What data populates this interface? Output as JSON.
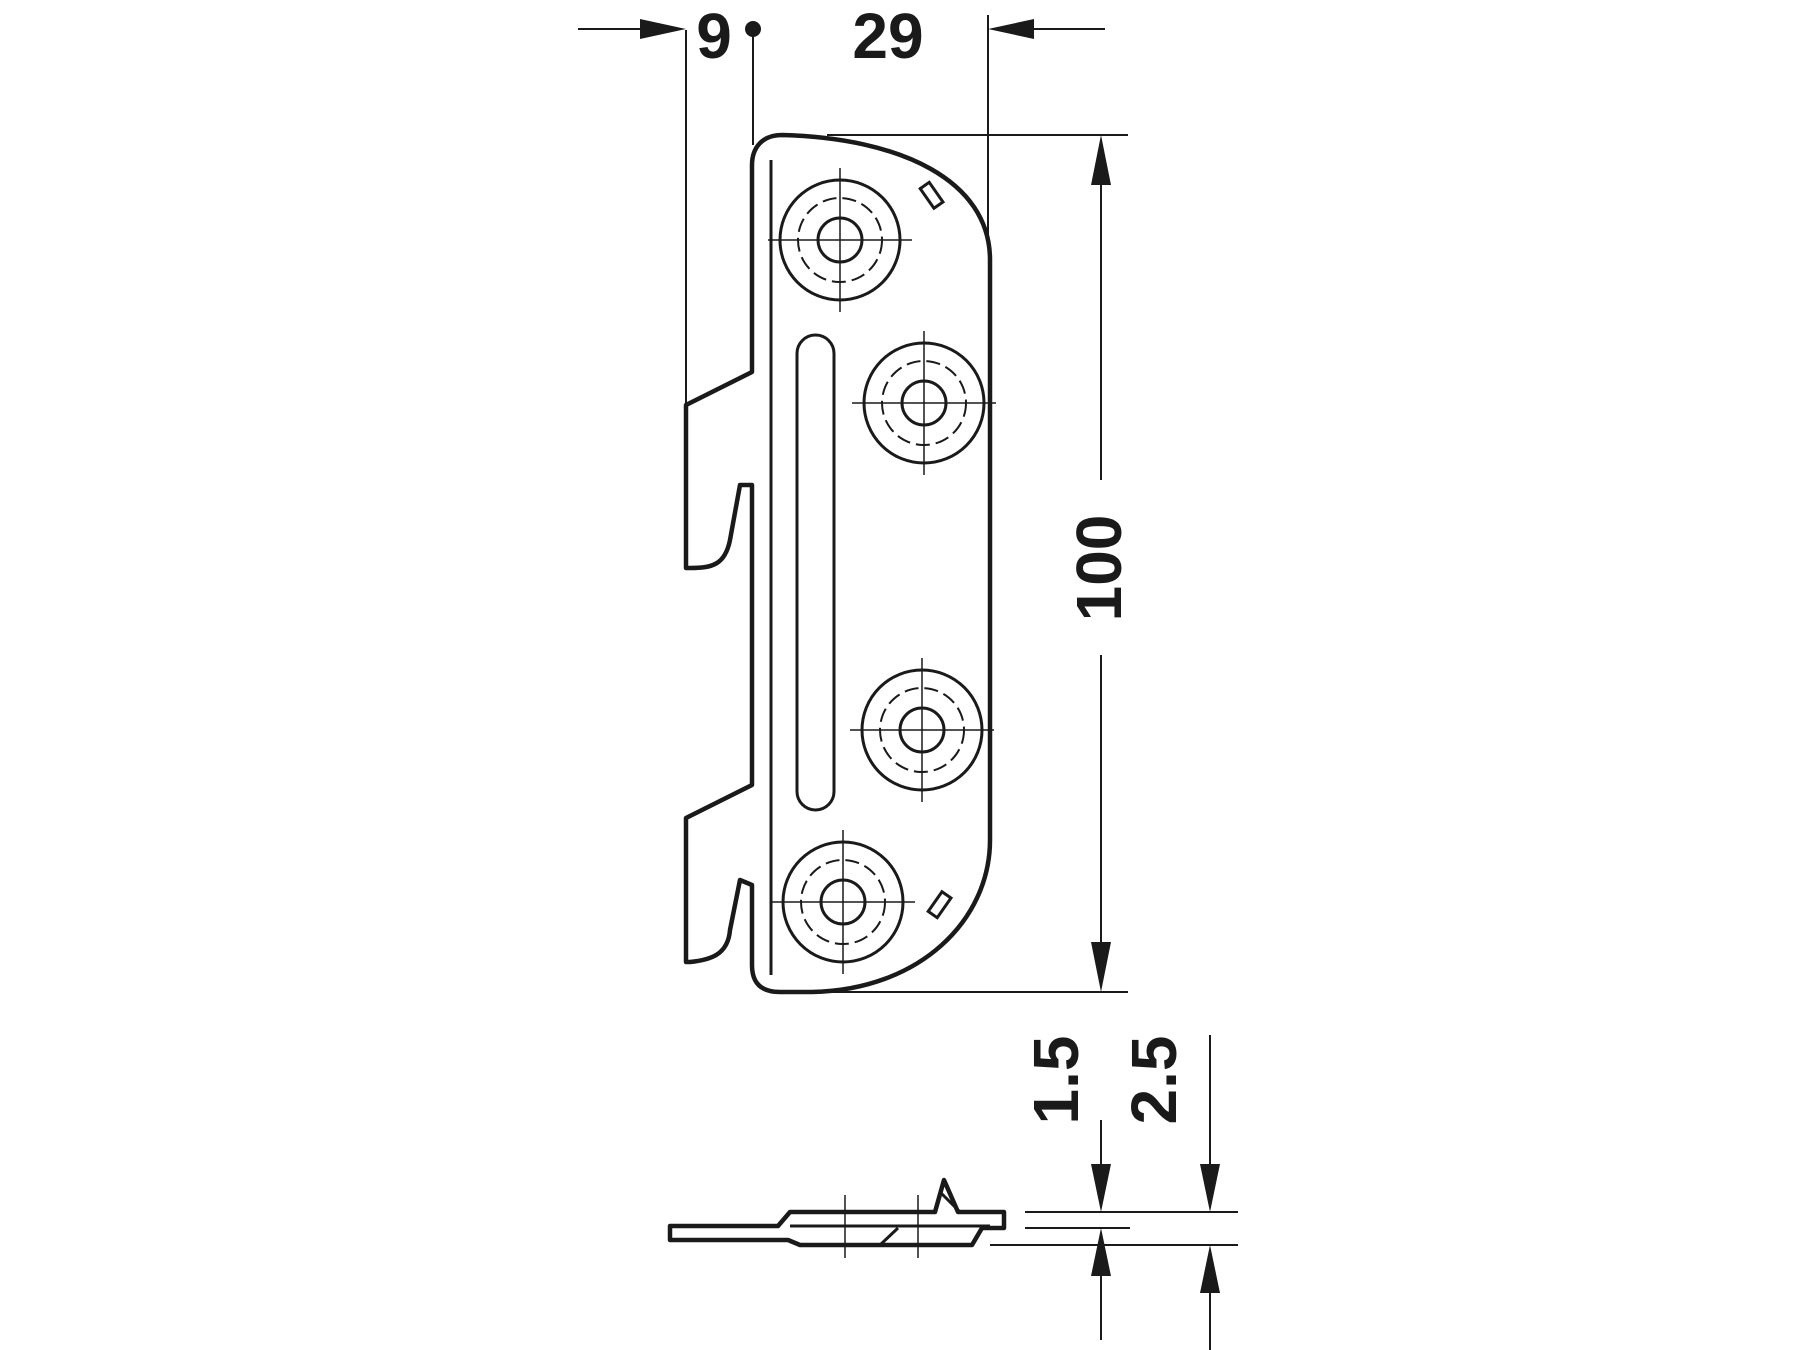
{
  "figure": {
    "type": "technical-drawing",
    "colors": {
      "line": "#1a1a1a",
      "background": "#ffffff"
    }
  },
  "dimensions": {
    "offset": "9",
    "depth": "29",
    "height": "100",
    "thickness_plate": "1.5",
    "thickness_total": "2.5"
  }
}
